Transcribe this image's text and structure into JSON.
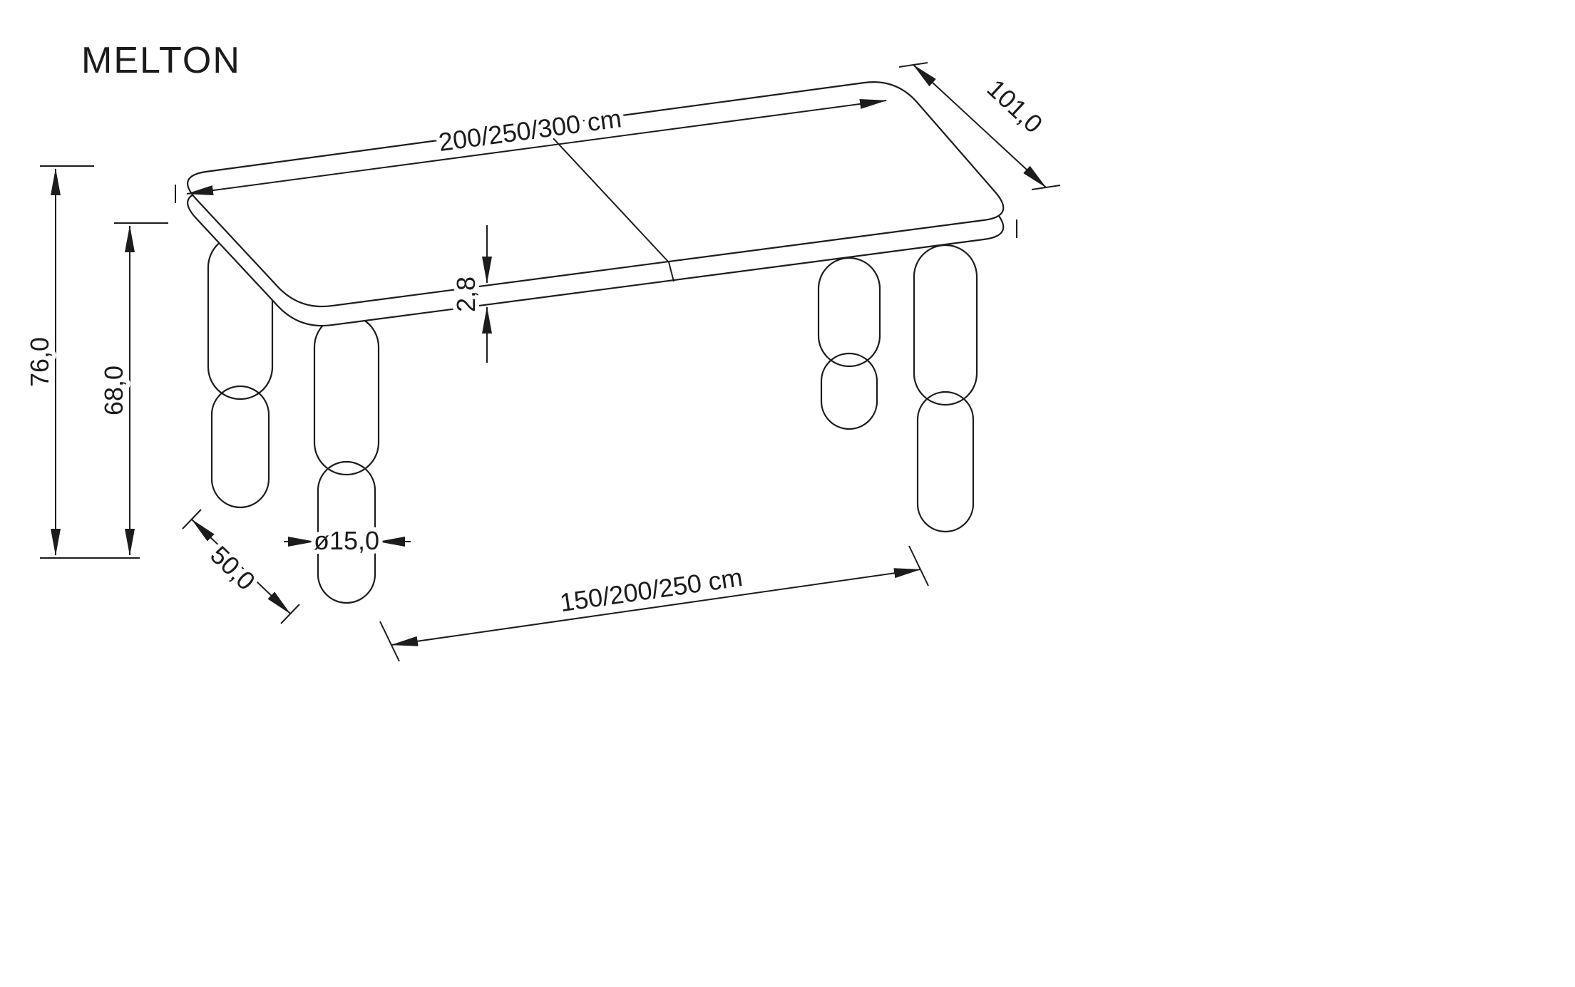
{
  "title": "MELTON",
  "dimensions": {
    "top_length": "200/250/300 cm",
    "top_depth": "101,0",
    "top_thickness": "2,8",
    "total_height": "76,0",
    "leg_height": "68,0",
    "leg_spacing_depth": "50,0",
    "leg_diameter": "ø15,0",
    "leg_spacing_length": "150/200/250 cm"
  },
  "colors": {
    "line": "#1c1c1c",
    "background": "#ffffff"
  }
}
